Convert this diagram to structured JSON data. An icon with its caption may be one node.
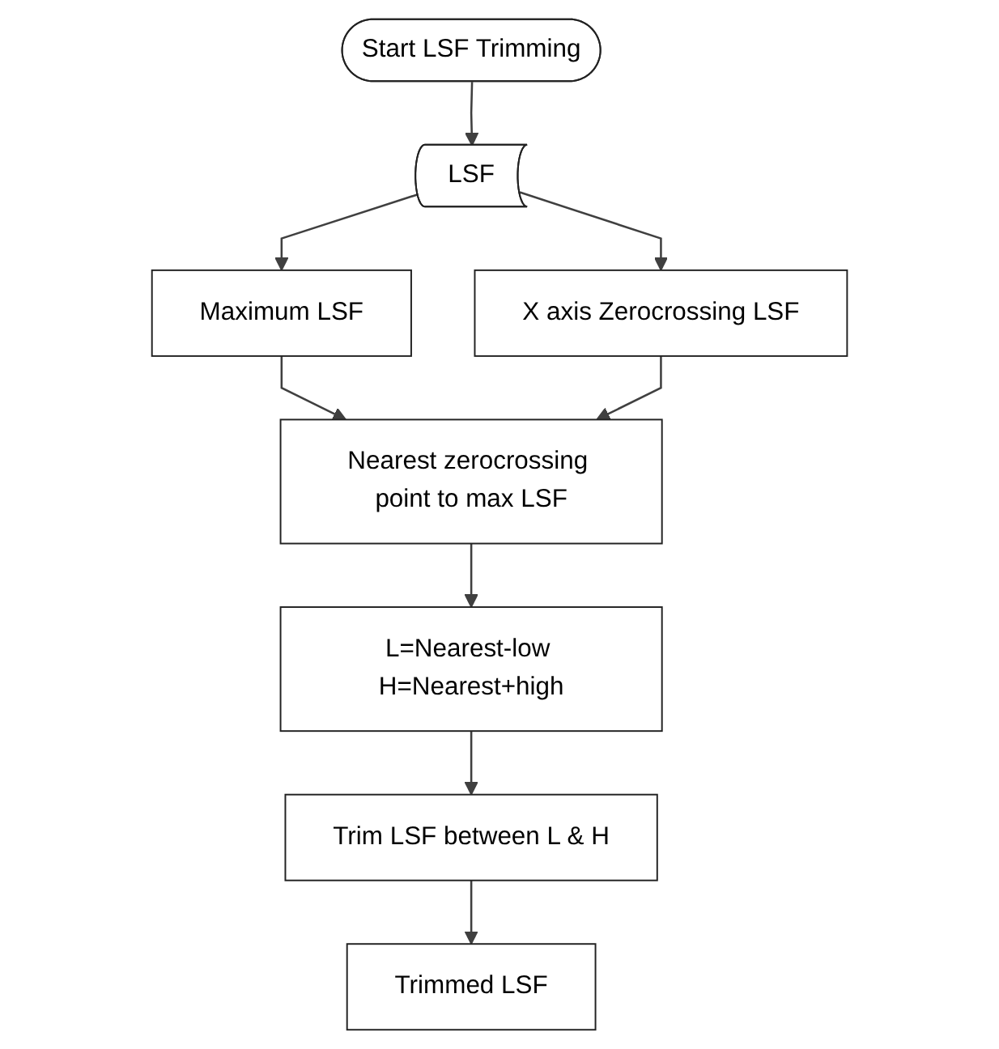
{
  "diagram": {
    "nodes": [
      {
        "text": [
          "Start LSF Trimming"
        ]
      },
      {
        "text": [
          "LSF"
        ]
      },
      {
        "text": [
          "Maximum LSF"
        ]
      },
      {
        "text": [
          "X axis Zerocrossing LSF"
        ]
      },
      {
        "text": [
          "Nearest zerocrossing point to max LSF"
        ]
      },
      {
        "text": [
          "L=Nearest-low H=Nearest+high"
        ]
      },
      {
        "text": [
          "Trim LSF between L & H"
        ]
      },
      {
        "text": [
          "Trimmed LSF"
        ]
      }
    ],
    "edges": [
      {
        "from": 0,
        "to": 1,
        "arrow": "to"
      },
      {
        "from": 1,
        "to": 2,
        "arrow": "to"
      },
      {
        "from": 1,
        "to": 3,
        "arrow": "to"
      },
      {
        "from": 2,
        "to": 4,
        "arrow": "to"
      },
      {
        "from": 3,
        "to": 4,
        "arrow": "to"
      },
      {
        "from": 4,
        "to": 5,
        "arrow": "to"
      },
      {
        "from": 5,
        "to": 6,
        "arrow": "to"
      },
      {
        "from": 6,
        "to": 7,
        "arrow": "to"
      }
    ]
  }
}
